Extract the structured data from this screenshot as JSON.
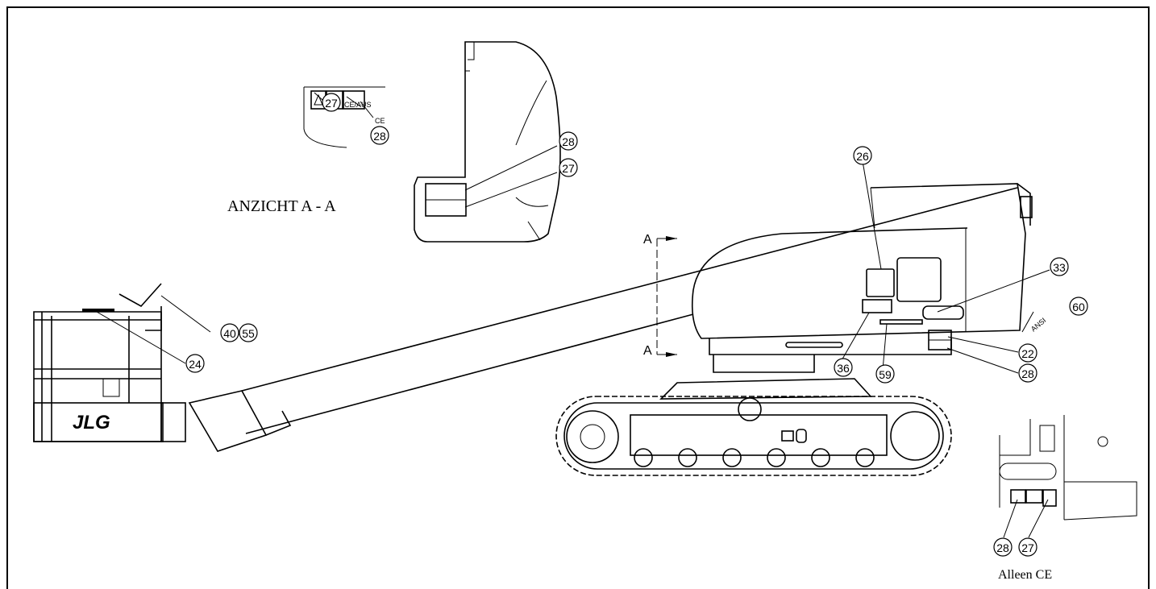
{
  "view_title": "ANZICHT A - A",
  "section_label": "A",
  "detail_caption": "Alleen CE",
  "brand": "JLG",
  "callouts": [
    {
      "id": "c27-top",
      "text": "27",
      "note": "CE/AUS"
    },
    {
      "id": "c28-top",
      "text": "28",
      "note": "CE"
    },
    {
      "id": "c28-a",
      "text": "28"
    },
    {
      "id": "c27-a",
      "text": "27"
    },
    {
      "id": "c26",
      "text": "26"
    },
    {
      "id": "c33",
      "text": "33"
    },
    {
      "id": "c60",
      "text": "60",
      "note": "ANSI"
    },
    {
      "id": "c40",
      "text": "40"
    },
    {
      "id": "c55",
      "text": "55"
    },
    {
      "id": "c24",
      "text": "24"
    },
    {
      "id": "c22",
      "text": "22"
    },
    {
      "id": "c28-b",
      "text": "28"
    },
    {
      "id": "c36",
      "text": "36"
    },
    {
      "id": "c59",
      "text": "59"
    },
    {
      "id": "c28-c",
      "text": "28"
    },
    {
      "id": "c27-c",
      "text": "27"
    }
  ]
}
